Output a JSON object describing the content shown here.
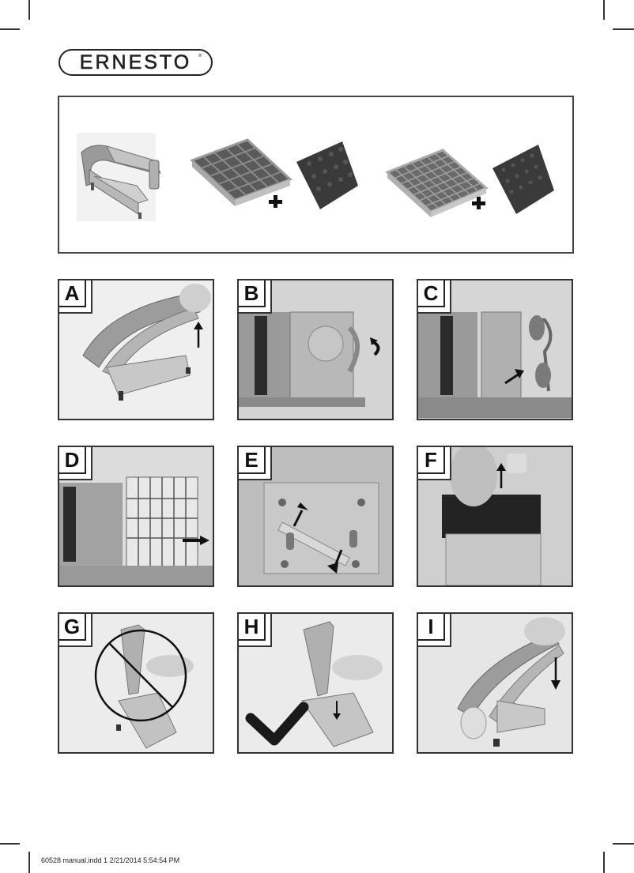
{
  "brand": {
    "name": "ERNESTO",
    "trademark": "®"
  },
  "contents_box": {
    "items": [
      {
        "name": "french-fry-cutter",
        "description": "stainless steel potato cutter with handle"
      },
      {
        "name": "blade-insert-large",
        "description": "large grid blade insert"
      },
      {
        "name": "pusher-block-large",
        "description": "large pusher block"
      },
      {
        "name": "blade-insert-small",
        "description": "small grid blade insert"
      },
      {
        "name": "pusher-block-small",
        "description": "small pusher block"
      }
    ],
    "plus_sign": "+"
  },
  "steps": [
    {
      "label": "A",
      "arrow": "up"
    },
    {
      "label": "B",
      "arrow": "rotate"
    },
    {
      "label": "C",
      "arrow": "up-right"
    },
    {
      "label": "D",
      "arrow": "right"
    },
    {
      "label": "E",
      "arrow": "up-down"
    },
    {
      "label": "F",
      "arrow": "up"
    },
    {
      "label": "G",
      "symbol": "prohibited"
    },
    {
      "label": "H",
      "symbol": "checkmark"
    },
    {
      "label": "I",
      "arrow": "down"
    }
  ],
  "footer": {
    "text": "60528 manual.indd   1 2/21/2014   5:54:54 PM"
  },
  "colors": {
    "frame": "#333333",
    "photo_bg": "#d8d8d8",
    "metal": "#a9a9a9",
    "dark": "#222222"
  }
}
